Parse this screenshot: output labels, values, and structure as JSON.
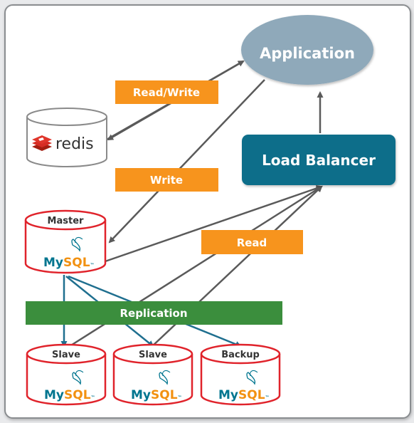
{
  "nodes": {
    "application": {
      "label": "Application",
      "color": "#8fa9ba"
    },
    "load_balancer": {
      "label": "Load Balancer",
      "color": "#0f6e8a"
    },
    "redis": {
      "label": "redis",
      "color": "#d62d24"
    },
    "master": {
      "label": "Master",
      "db": "MySQL"
    },
    "slave1": {
      "label": "Slave",
      "db": "MySQL"
    },
    "slave2": {
      "label": "Slave",
      "db": "MySQL"
    },
    "backup": {
      "label": "Backup",
      "db": "MySQL"
    }
  },
  "edge_labels": {
    "read_write": "Read/Write",
    "write": "Write",
    "read": "Read",
    "replication": "Replication"
  },
  "colors": {
    "orange": "#f7941d",
    "green": "#3b8e3d",
    "db_red": "#e0232b",
    "teal_arrow": "#1f6f8f",
    "gray_arrow": "#5a5a5a",
    "mysql_blue": "#00758f",
    "mysql_orange": "#f29111"
  }
}
